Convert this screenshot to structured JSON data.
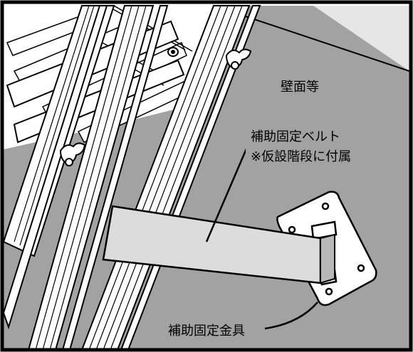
{
  "labels": {
    "wall": "壁面等",
    "belt_line1": "補助固定ベルト",
    "belt_line2": "※仮設階段に付属",
    "bracket": "補助固定金具"
  },
  "colors": {
    "frame": "#000000",
    "wall": "#a2a2a2",
    "ceiling": "#e6e6e6",
    "steel": "#ffffff",
    "belt": "#dcdcdc",
    "plate": "#ffffff"
  }
}
